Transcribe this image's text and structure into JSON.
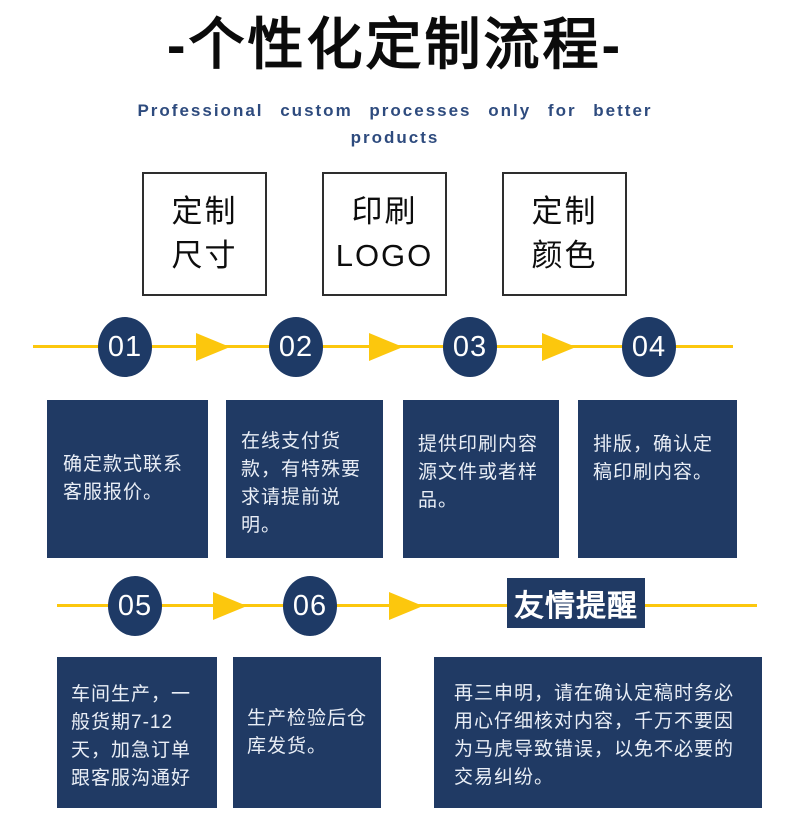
{
  "header": {
    "title": "-个性化定制流程-",
    "subtitle_line1": "Professional custom processes only for better",
    "subtitle_line2": "products"
  },
  "option_boxes": [
    {
      "line1": "定制",
      "line2": "尺寸"
    },
    {
      "line1": "印刷",
      "line2": "LOGO"
    },
    {
      "line1": "定制",
      "line2": "颜色"
    }
  ],
  "steps": [
    {
      "number": "01",
      "description": "确定款式联系客服报价。"
    },
    {
      "number": "02",
      "description": "在线支付货款，有特殊要求请提前说明。"
    },
    {
      "number": "03",
      "description": "提供印刷内容源文件或者样品。"
    },
    {
      "number": "04",
      "description": "排版，确认定稿印刷内容。"
    },
    {
      "number": "05",
      "description": "车间生产，一般货期7-12天，加急订单跟客服沟通好"
    },
    {
      "number": "06",
      "description": "生产检验后仓库发货。"
    }
  ],
  "reminder": {
    "label": "友情提醒",
    "text": "再三申明，请在确认定稿时务必用心仔细核对内容，千万不要因为马虎导致错误，以免不必要的交易纠纷。"
  },
  "colors": {
    "navy": "#203a64",
    "flow_yellow": "#fcc70d",
    "subtitle_blue": "#2e4b7e",
    "title_black": "#0b0b0b"
  }
}
